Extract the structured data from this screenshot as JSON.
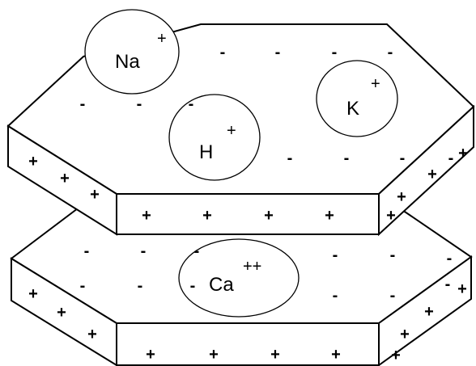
{
  "ions": [
    {
      "symbol": "Na",
      "charge": "+"
    },
    {
      "symbol": "K",
      "charge": "+"
    },
    {
      "symbol": "H",
      "charge": "+"
    },
    {
      "symbol": "Ca",
      "charge": "++"
    }
  ],
  "signs": {
    "negative": "-",
    "positive": "+"
  }
}
